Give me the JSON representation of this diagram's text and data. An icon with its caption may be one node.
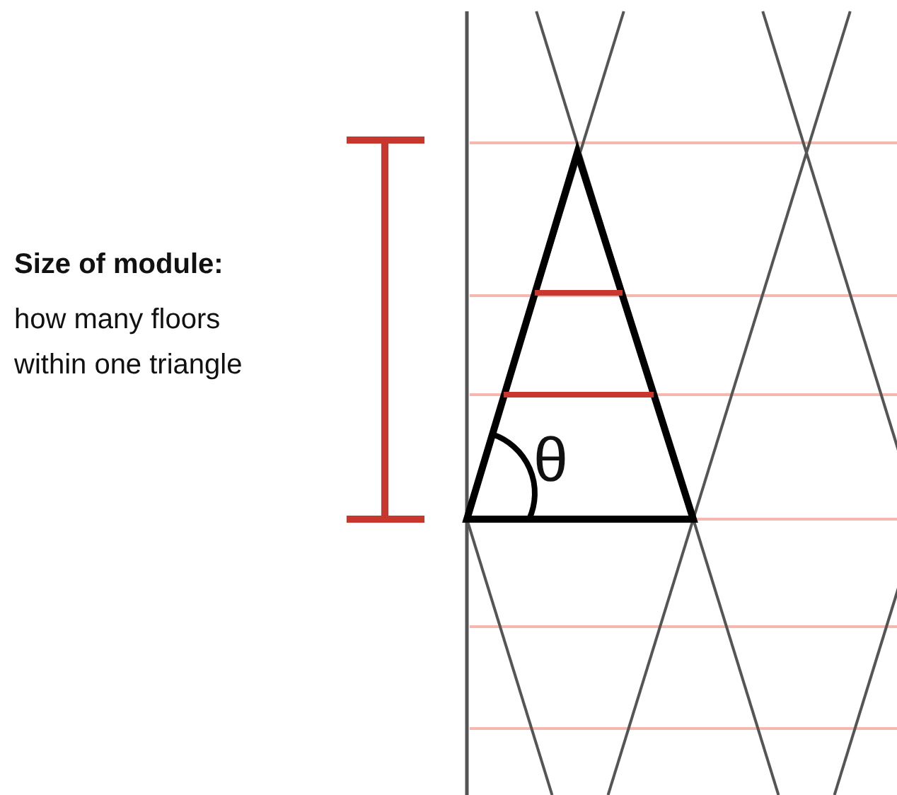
{
  "diagram": {
    "labels": [
      "Size of module:",
      "how many floors within one triangle",
      "θ"
    ]
  }
}
